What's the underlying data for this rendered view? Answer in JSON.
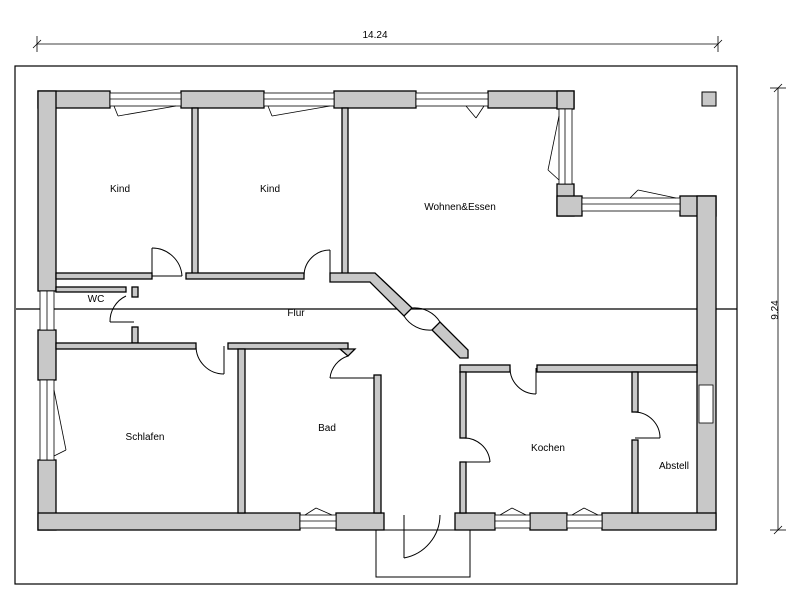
{
  "dimensions": {
    "width": "14.24",
    "height": "9.24"
  },
  "rooms": {
    "kind_1": "Kind",
    "kind_2": "Kind",
    "wohnen": "Wohnen&Essen",
    "wc": "WC",
    "flur": "Flur",
    "schlafen": "Schlafen",
    "bad": "Bad",
    "kochen": "Kochen",
    "abstell": "Abstell"
  }
}
